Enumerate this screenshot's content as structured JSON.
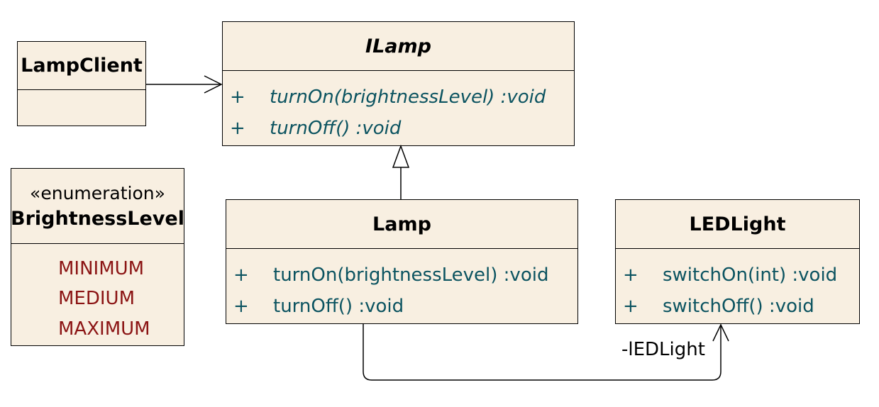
{
  "classes": {
    "lamp_client": {
      "name": "LampClient"
    },
    "ilamp": {
      "name": "ILamp",
      "operations": [
        {
          "visibility": "+",
          "signature": "turnOn(brightnessLevel)  :void"
        },
        {
          "visibility": "+",
          "signature": "turnOff()  :void"
        }
      ]
    },
    "brightness_level": {
      "stereotype": "«enumeration»",
      "name": "BrightnessLevel",
      "literals": [
        "MINIMUM",
        "MEDIUM",
        "MAXIMUM"
      ]
    },
    "lamp": {
      "name": "Lamp",
      "operations": [
        {
          "visibility": "+",
          "signature": "turnOn(brightnessLevel)  :void"
        },
        {
          "visibility": "+",
          "signature": "turnOff()  :void"
        }
      ]
    },
    "led_light": {
      "name": "LEDLight",
      "operations": [
        {
          "visibility": "+",
          "signature": "switchOn(int)  :void"
        },
        {
          "visibility": "+",
          "signature": "switchOff()  :void"
        }
      ]
    }
  },
  "associations": {
    "lamp_to_led": {
      "role": "-lEDLight"
    }
  },
  "colors": {
    "box_fill": "#f8efe1",
    "interface_operation_text": "#0b5360",
    "enum_literal_text": "#8b1414"
  }
}
